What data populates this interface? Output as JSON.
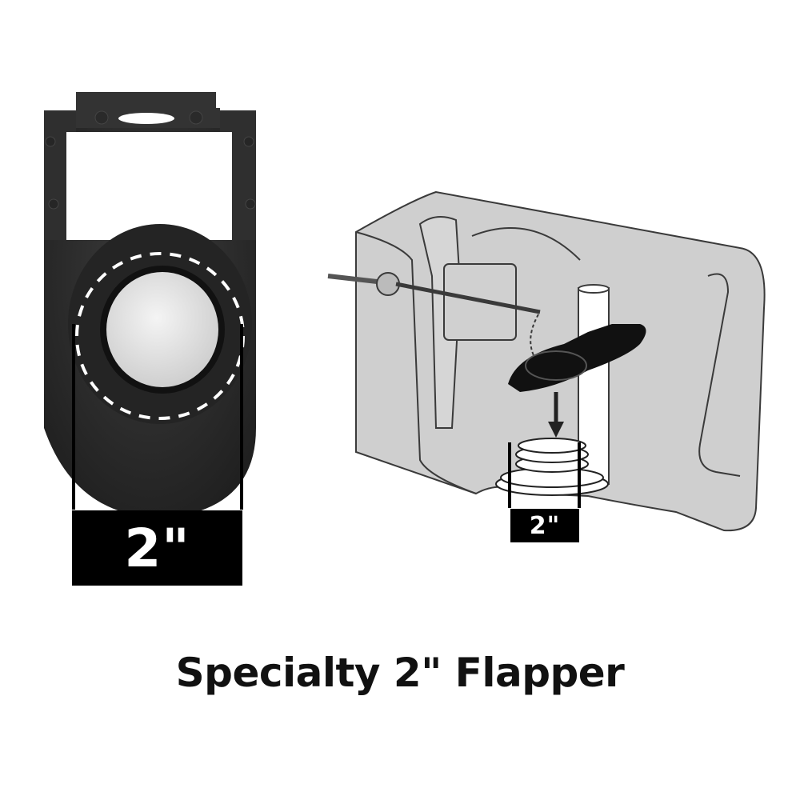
{
  "product_image": {
    "title": "Specialty 2\" Flapper",
    "left_panel": {
      "subject": "flapper-photo",
      "dimension_label": "2\""
    },
    "right_panel": {
      "subject": "toilet-tank-installation-diagram",
      "dimension_label": "2\""
    },
    "colors": {
      "background": "#ffffff",
      "rubber": "#2e2e2e",
      "tank_fill": "#cfcfcf",
      "label_bg": "#000000",
      "label_text": "#ffffff"
    }
  }
}
